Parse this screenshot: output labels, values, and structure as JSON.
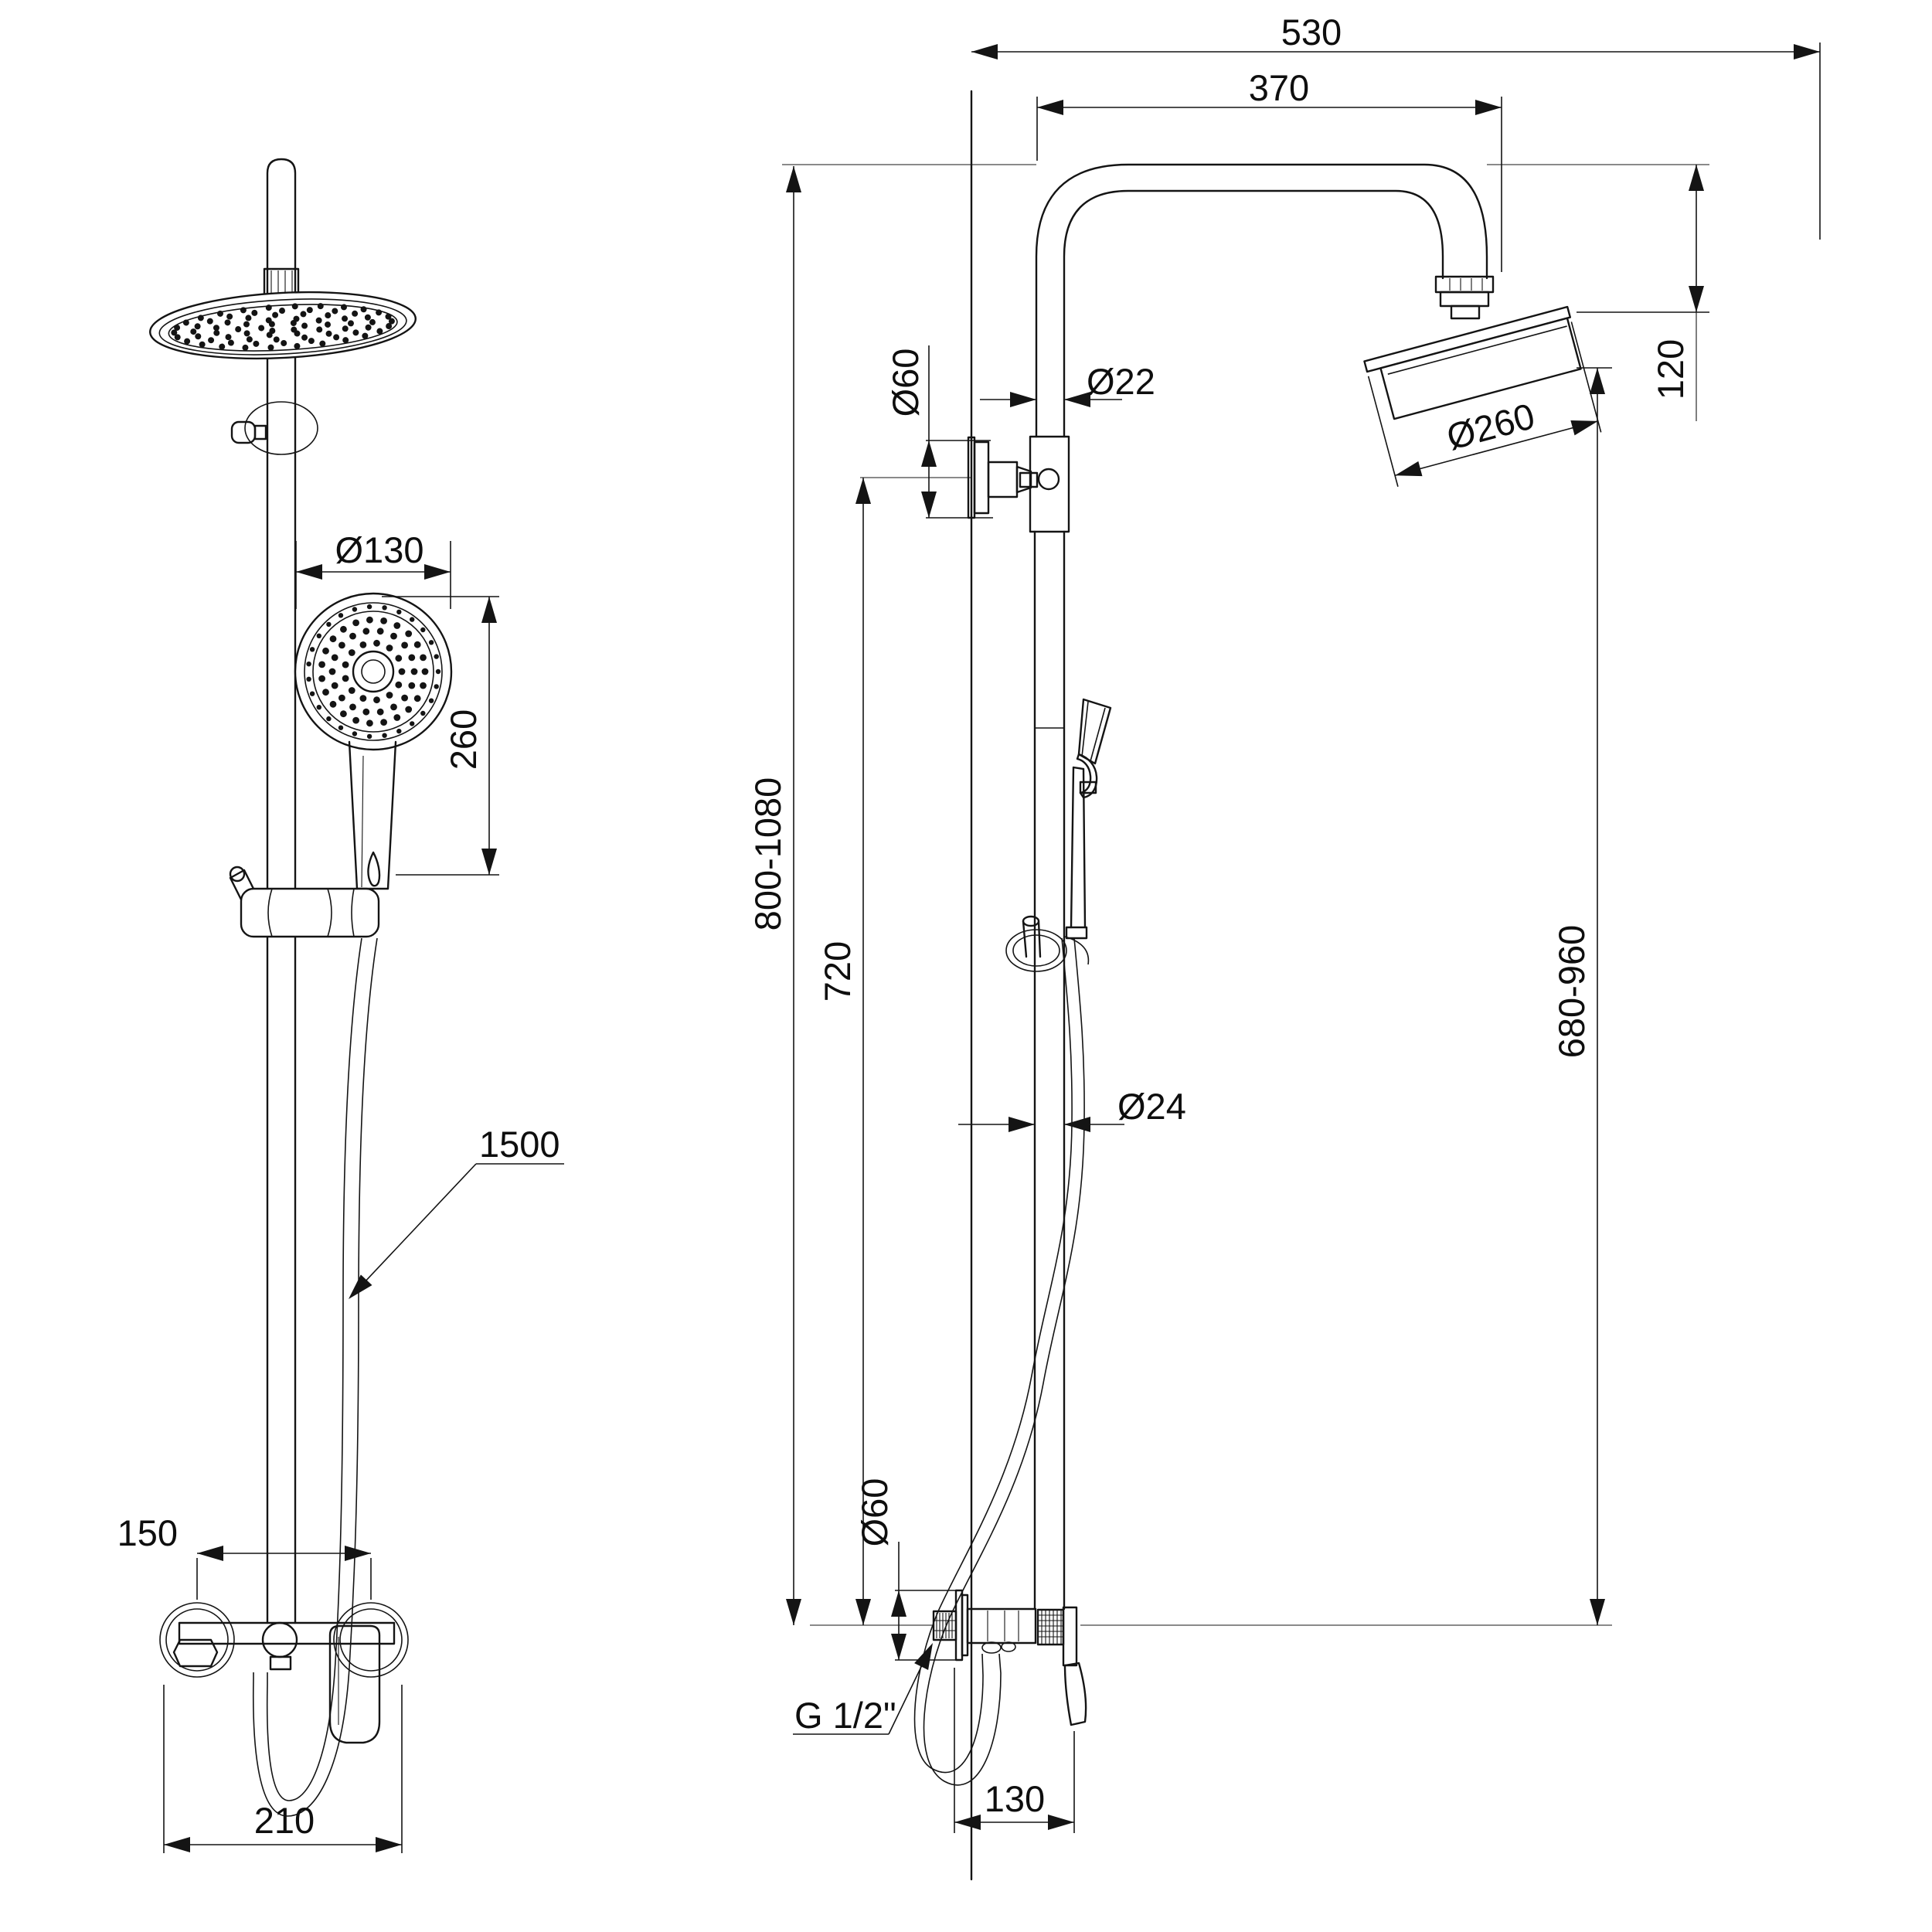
{
  "drawing": {
    "front_view": {
      "dims": {
        "hand_head_diameter": "Ø130",
        "hand_shower_length": "260",
        "hose_length": "1500",
        "inlet_spacing": "150",
        "mixer_width": "210"
      }
    },
    "side_view": {
      "dims": {
        "reach_overall": "530",
        "arm_reach": "370",
        "head_drop": "120",
        "bracket_plate_diameter": "Ø60",
        "riser_diameter": "Ø22",
        "head_diameter": "Ø260",
        "column_height_range": "800-1080",
        "bracket_height": "720",
        "rail_diameter": "Ø24",
        "head_height_range": "680-960",
        "valve_plate_diameter": "Ø60",
        "thread_size": "G 1/2\"",
        "mixer_depth": "130"
      }
    }
  }
}
